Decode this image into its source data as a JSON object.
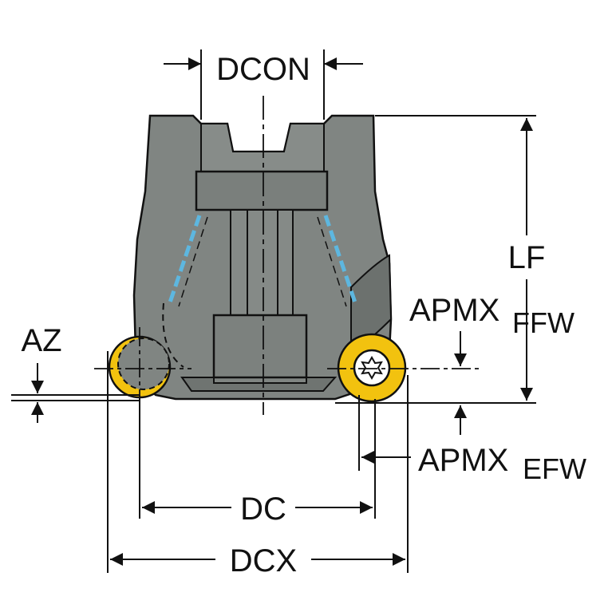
{
  "labels": {
    "dcon": "DCON",
    "lf": "LF",
    "apmx_main": "APMX",
    "apmx_ffw_sub": "FFW",
    "apmx_efw_sub": "EFW",
    "az": "AZ",
    "dc": "DC",
    "dcx": "DCX"
  },
  "colors": {
    "body": "#808582",
    "body_dark": "#5f6462",
    "insert": "#f2c20f",
    "coolant": "#5db7e0",
    "line": "#111111",
    "background": "#ffffff"
  },
  "icons": {
    "screw": "torx-screw-icon"
  }
}
